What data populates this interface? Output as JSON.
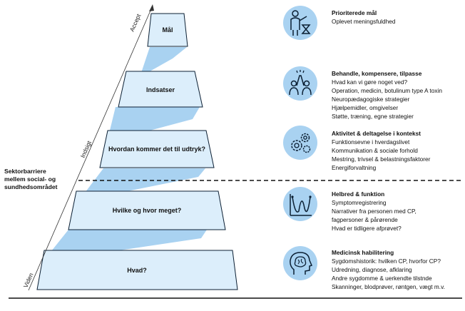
{
  "axis": {
    "accept": "Accept",
    "indsigt": "Indsigt",
    "viden": "Viden"
  },
  "barrier": {
    "lines": [
      "Sektorbarriere",
      "mellem social- og",
      "sundhedsområdet"
    ]
  },
  "levels": [
    {
      "label": "Mål"
    },
    {
      "label": "Indsatser"
    },
    {
      "label": "Hvordan kommer det til udtryk?"
    },
    {
      "label": "Hvilke og hvor meget?"
    },
    {
      "label": "Hvad?"
    }
  ],
  "panels": [
    {
      "title": "Prioriterede mål",
      "icon": "person-hourglass-icon",
      "lines": [
        "Oplevet meningsfuldhed"
      ]
    },
    {
      "title": "Behandle, kompensere, tilpasse",
      "icon": "high-five-icon",
      "lines": [
        "Hvad kan vi gøre noget ved?",
        "Operation, medicin, botulinum type A toxin",
        "Neuropædagogiske strategier",
        "Hjælpemidler, omgivelser",
        "Støtte, træning, egne strategier"
      ]
    },
    {
      "title": "Aktivitet & deltagelse i kontekst",
      "icon": "gears-icon",
      "lines": [
        "Funktionsevne i hverdagslivet",
        "Kommunikation & sociale forhold",
        "Mestring, trivsel & belastningsfaktorer",
        "Energiforvaltning"
      ]
    },
    {
      "title": "Helbred & funktion",
      "icon": "graph-curve-icon",
      "lines": [
        "Symptomregistrering",
        "Narrativer fra personen med CP,",
        "fagpersoner & pårørende",
        "Hvad er tidligere afprøvet?"
      ]
    },
    {
      "title": "Medicinsk habilitering",
      "icon": "head-brain-icon",
      "lines": [
        "Sygdomshistorik: hvilken CP, hvorfor CP?",
        "Udredning, diagnose, afklaring",
        "Andre sygdomme & uerkendte tilstnde",
        "Skanninger, blodprøver, røntgen, vægt m.v."
      ]
    }
  ],
  "colors": {
    "light_blue": "#a9d2f1",
    "tier_fill": "#dceefb",
    "navy": "#0b1f33"
  }
}
